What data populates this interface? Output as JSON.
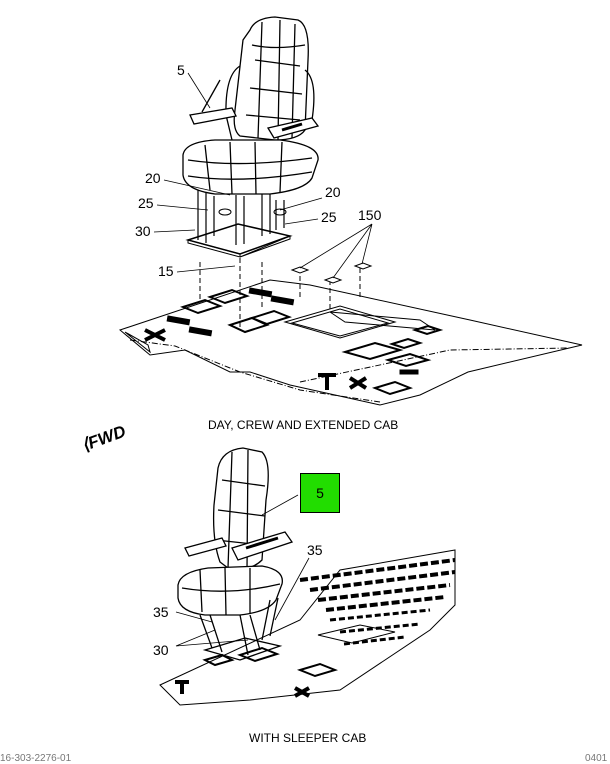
{
  "top_view": {
    "caption": "DAY, CREW AND EXTENDED CAB",
    "callouts": {
      "seat": "5",
      "riser_left": "20",
      "riser_right": "20",
      "spacer_left": "25",
      "spacer_right": "25",
      "base_plate": "30",
      "floor_mount": "15",
      "fasteners": "150"
    }
  },
  "bottom_view": {
    "caption": "WITH SLEEPER CAB",
    "callouts": {
      "seat_highlighted": "5",
      "riser_right": "35",
      "riser_left": "35",
      "base": "30"
    },
    "highlight_color": "#22dd00"
  },
  "direction_label": "FWD",
  "footer": {
    "document_number": "16-303-2276-01",
    "sheet": "0401"
  }
}
